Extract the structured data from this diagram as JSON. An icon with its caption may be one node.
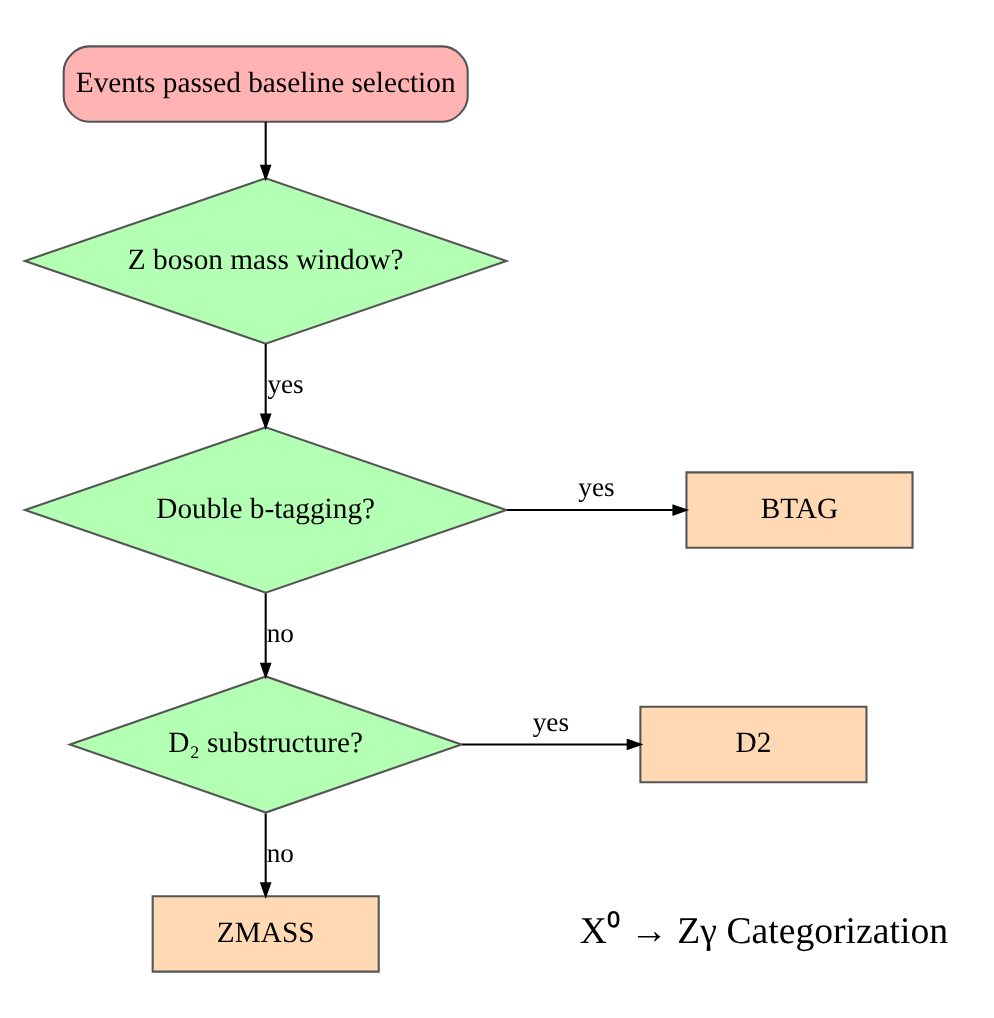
{
  "diagram": {
    "nodes": [
      {
        "text": [
          "Events passed baseline selection"
        ]
      },
      {
        "text": [
          "Z boson mass window?"
        ]
      },
      {
        "text": [
          "Double b-tagging?"
        ]
      },
      {
        "text": [
          "BTAG"
        ]
      },
      {
        "text": [
          "D₂ substructure?"
        ]
      },
      {
        "text": [
          "D2"
        ]
      },
      {
        "text": [
          "ZMASS"
        ]
      }
    ],
    "edges": [
      {
        "from": 0,
        "to": 1,
        "arrow": "to"
      },
      {
        "from": 1,
        "to": 2,
        "arrow": "to",
        "label": "yes"
      },
      {
        "from": 2,
        "to": 3,
        "arrow": "to",
        "label": "yes"
      },
      {
        "from": 2,
        "to": 4,
        "arrow": "to",
        "label": "no"
      },
      {
        "from": 4,
        "to": 5,
        "arrow": "to",
        "label": "yes"
      },
      {
        "from": 4,
        "to": 6,
        "arrow": "to",
        "label": "no"
      }
    ],
    "labels": [
      "X⁰ → Zγ Categorization"
    ]
  }
}
